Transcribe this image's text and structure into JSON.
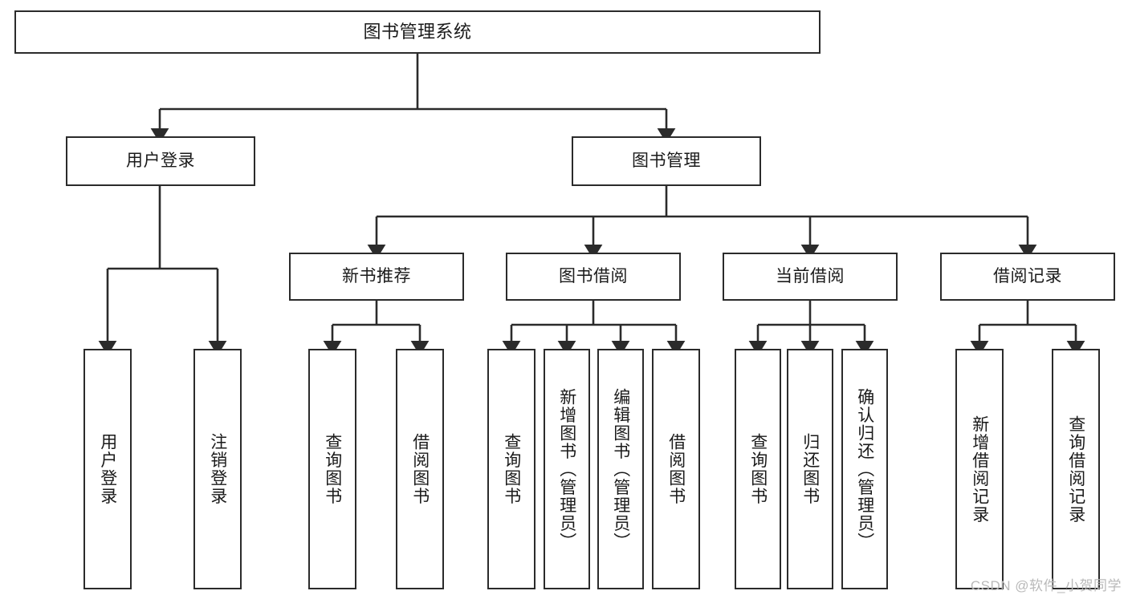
{
  "diagram": {
    "title": "图书管理系统",
    "root": {
      "label": "图书管理系统"
    },
    "level1": [
      {
        "label": "用户登录"
      },
      {
        "label": "图书管理"
      }
    ],
    "level2": [
      {
        "label": "新书推荐"
      },
      {
        "label": "图书借阅"
      },
      {
        "label": "当前借阅"
      },
      {
        "label": "借阅记录"
      }
    ],
    "leaves": {
      "user_login": [
        {
          "label": "用户登录"
        },
        {
          "label": "注销登录"
        }
      ],
      "new_book_recommend": [
        {
          "label": "查询图书"
        },
        {
          "label": "借阅图书"
        }
      ],
      "book_borrow": [
        {
          "label": "查询图书"
        },
        {
          "label": "新增图书（管理员）"
        },
        {
          "label": "编辑图书（管理员）"
        },
        {
          "label": "借阅图书"
        }
      ],
      "current_borrow": [
        {
          "label": "查询图书"
        },
        {
          "label": "归还图书"
        },
        {
          "label": "确认归还（管理员）"
        }
      ],
      "borrow_record": [
        {
          "label": "新增借阅记录"
        },
        {
          "label": "查询借阅记录"
        }
      ]
    }
  },
  "watermark": {
    "text": "CSDN @软件_小贺同学"
  },
  "colors": {
    "stroke": "#2b2b2b",
    "background": "#ffffff",
    "text": "#1a1a1a",
    "watermark": "#b9b9b9"
  }
}
